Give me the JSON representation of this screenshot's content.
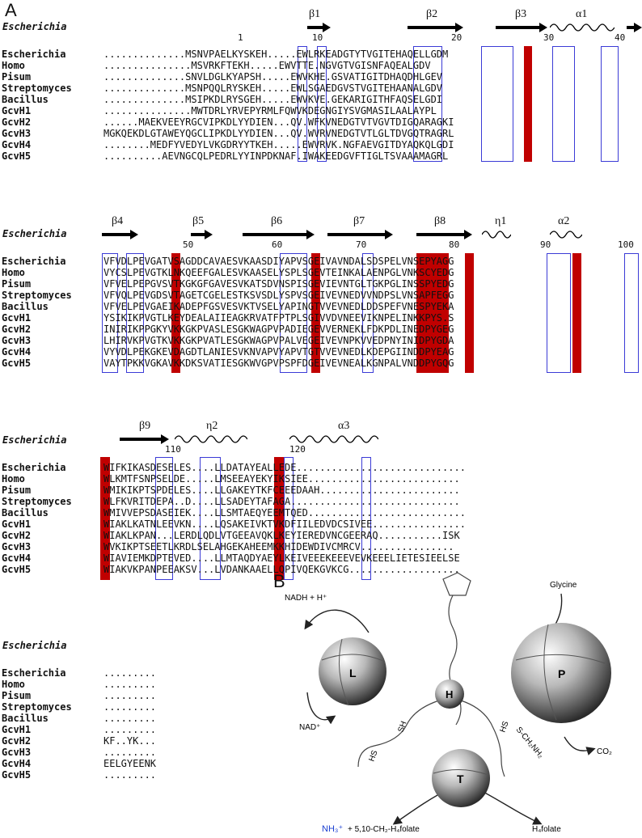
{
  "panelA": {
    "label": "A",
    "blocks": [
      {
        "reference": "Escherichia",
        "ss": [
          {
            "label": "β1"
          },
          {
            "label": "β2"
          },
          {
            "label": "β3"
          },
          {
            "label": "α1"
          }
        ],
        "ruler": [
          "1",
          "10",
          "20",
          "30",
          "40"
        ],
        "rows": [
          {
            "name": "Escherichia",
            "seq": "..............MSNVPAELKYSKEH.....EWLRKEADGTYTVGITEHAQELLGDM"
          },
          {
            "name": "Homo",
            "seq": "...............MSVRKFTEKH.....EWVTTE.NGVGTVGISNFAQEALGDV"
          },
          {
            "name": "Pisum",
            "seq": "..............SNVLDGLKYAPSH.....EWVKHE.GSVATIGITDHAQDHLGEV"
          },
          {
            "name": "Streptomyces",
            "seq": "..............MSNPQQLRYSKEH.....EWLSGAEDGVSTVGITEHAANALGDV"
          },
          {
            "name": "Bacillus",
            "seq": "..............MSIPKDLRYSGEH.....EWVKVE.GEKARIGITHFAQSELGDI"
          },
          {
            "name": "GcvH1",
            "seq": "...............MWTDRLYRVEPYRMLFQWVKDEGNGIYSVGMASILAALAYPL"
          },
          {
            "name": "GcvH2",
            "seq": "......MAEKVEEYRGCVIPKDLYYDIEN...QV.WFKVNEDGTVTVGVTDIGQARAGKI"
          },
          {
            "name": "GcvH3",
            "seq": "MGKQEKDLGTAWEYQGCLIPKDLYYDIEN...QV.WVRVNEDGTVTLGLTDVGQTRAGRL"
          },
          {
            "name": "GcvH4",
            "seq": "........MEDFYVEDYLVKGDRYYTKEH.....EWVRVK.NGFAEVGITDYAQKQLGDI"
          },
          {
            "name": "GcvH5",
            "seq": "..........AEVNGCQLPEDRLYYINPDKNAF.IWAKEEDGVFTIGLTSVAAAMAGRL"
          }
        ]
      },
      {
        "reference": "Escherichia",
        "ss": [
          {
            "label": "β4"
          },
          {
            "label": "β5"
          },
          {
            "label": "β6"
          },
          {
            "label": "β7"
          },
          {
            "label": "β8"
          },
          {
            "label": "η1"
          },
          {
            "label": "α2"
          }
        ],
        "ruler": [
          "50",
          "60",
          "70",
          "80",
          "90",
          "100"
        ],
        "rows": [
          {
            "name": "Escherichia",
            "seq": "VFVDLPEVGATVSAGDDCAVAESVKAASDIYAPVSGEIVAVNDALSDSPELVNSEPYAGG"
          },
          {
            "name": "Homo",
            "seq": "VYCSLPEVGTKLNKQEEFGALESVKAASELYSPLSGEVTEINKALAENPGLVNKSCYEDG"
          },
          {
            "name": "Pisum",
            "seq": "VFVELPEPGVSVTKGKGFGAVESVKATSDVNSPISGEVIEVNTGLTGKPGLINSSPYEDG"
          },
          {
            "name": "Streptomyces",
            "seq": "VFVQLPEVGDSVTAGETCGELESTKSVSDLYSPVSGEIVEVNEDVVNDPSLVNSAPFEGG"
          },
          {
            "name": "Bacillus",
            "seq": "VFVELPEVGAEIKADEPFGSVESVKTVSELYAPINGTVVEVNEDLDDSPEFVNESPYEKA"
          },
          {
            "name": "GcvH1",
            "seq": "YSIKIKPVGTLKEYDEALAIIEAGKRVATFPTPLSGIVVDVNEEVIKNPELINKKPYS.S"
          },
          {
            "name": "GcvH2",
            "seq": "INIRIKPPGKYVKKGKPVASLESGKWAGPVPADIEGEVVERNEKLFDKPDLINEDPYGEG"
          },
          {
            "name": "GcvH3",
            "seq": "LHIRVKPVGTKVKKGKPVATLESGKWAGPVPALVEGEIVEVNPKVVEDPNYINIDPYGDA"
          },
          {
            "name": "GcvH4",
            "seq": "VYVDLPEKGKEVDAGDTLANIESVKNVAPVYAPVTGTVVEVNEDLKDEPGIINDDPYEAG"
          },
          {
            "name": "GcvH5",
            "seq": "VAYTPKKVGKAVKKDKSVATIESGKWVGPVPSPFDGEIVEVNEALKGNPALVNDDPYGQG"
          }
        ]
      },
      {
        "reference": "Escherichia",
        "ss": [
          {
            "label": "β9"
          },
          {
            "label": "η2"
          },
          {
            "label": "α3"
          }
        ],
        "ruler": [
          "110",
          "120"
        ],
        "rows": [
          {
            "name": "Escherichia",
            "seq": "WIFKIKASDESELES....LLDATAYEALLEDE............................."
          },
          {
            "name": "Homo",
            "seq": "WLKMTFSNPSELDE.....LMSEEAYEKYIKSIEE.........................."
          },
          {
            "name": "Pisum",
            "seq": "WMIKIKPTSPDELES....LLGAKEYTKFCEEEDAAH........................"
          },
          {
            "name": "Streptomyces",
            "seq": "WLFKVRITDEPA..D....LLSADEYTAFAGA............................."
          },
          {
            "name": "Bacillus",
            "seq": "WMIVVEPSDASEIEK....LLSMTAEQYEEMTQED..........................."
          },
          {
            "name": "GcvH1",
            "seq": "WIAKLKATNLEEVKN....LQSAKEIVKTVKDFIILEDVDCSIVEE................"
          },
          {
            "name": "GcvH2",
            "seq": "WIAKLKPAN...LERDLQDLVTGEEAVQKLKEYIEREDVNCGEERAQ...........ISK"
          },
          {
            "name": "GcvH3",
            "seq": "WVKIKPTSEETLKRDLSELAHGEKAHEEMKKHIDEWDIVCMRCV................"
          },
          {
            "name": "GcvH4",
            "seq": "WIAVIEMKDPTEVED....LLMTAQDYAEYLKEIVEEEKEEEVEVKEEELIETESIEELSE"
          },
          {
            "name": "GcvH5",
            "seq": "WIAKVKPANPEEAKSV...LVDANKAAELLQPIVQEKGVKCG..................."
          }
        ]
      },
      {
        "reference": "Escherichia",
        "ss": [],
        "ruler": [],
        "rows": [
          {
            "name": "Escherichia",
            "seq": "........."
          },
          {
            "name": "Homo",
            "seq": "........."
          },
          {
            "name": "Pisum",
            "seq": "........."
          },
          {
            "name": "Streptomyces",
            "seq": "........."
          },
          {
            "name": "Bacillus",
            "seq": "........."
          },
          {
            "name": "GcvH1",
            "seq": "........."
          },
          {
            "name": "GcvH2",
            "seq": "KF..YK..."
          },
          {
            "name": "GcvH3",
            "seq": "........."
          },
          {
            "name": "GcvH4",
            "seq": "EELGYEENK"
          },
          {
            "name": "GcvH5",
            "seq": "........."
          }
        ]
      }
    ]
  },
  "panelB": {
    "label": "B",
    "spheres": {
      "L": "L",
      "P": "P",
      "H": "H",
      "T": "T"
    },
    "labels": {
      "nadh": "NADH + H⁺",
      "nad": "NAD⁺",
      "glycine": "Glycine",
      "co2": "CO₂",
      "nh3": "NH₃⁺",
      "methylene": "+ 5,10-CH₂-H₄folate",
      "h4folate": "H₄folate",
      "hs1": "HS",
      "sh": "SH",
      "hs2": "HS",
      "sch2": "S-CH₂NH₂"
    },
    "colors": {
      "red": "#c00000",
      "blue": "#3b3bd6",
      "nh3": "#1a3fd1"
    }
  }
}
